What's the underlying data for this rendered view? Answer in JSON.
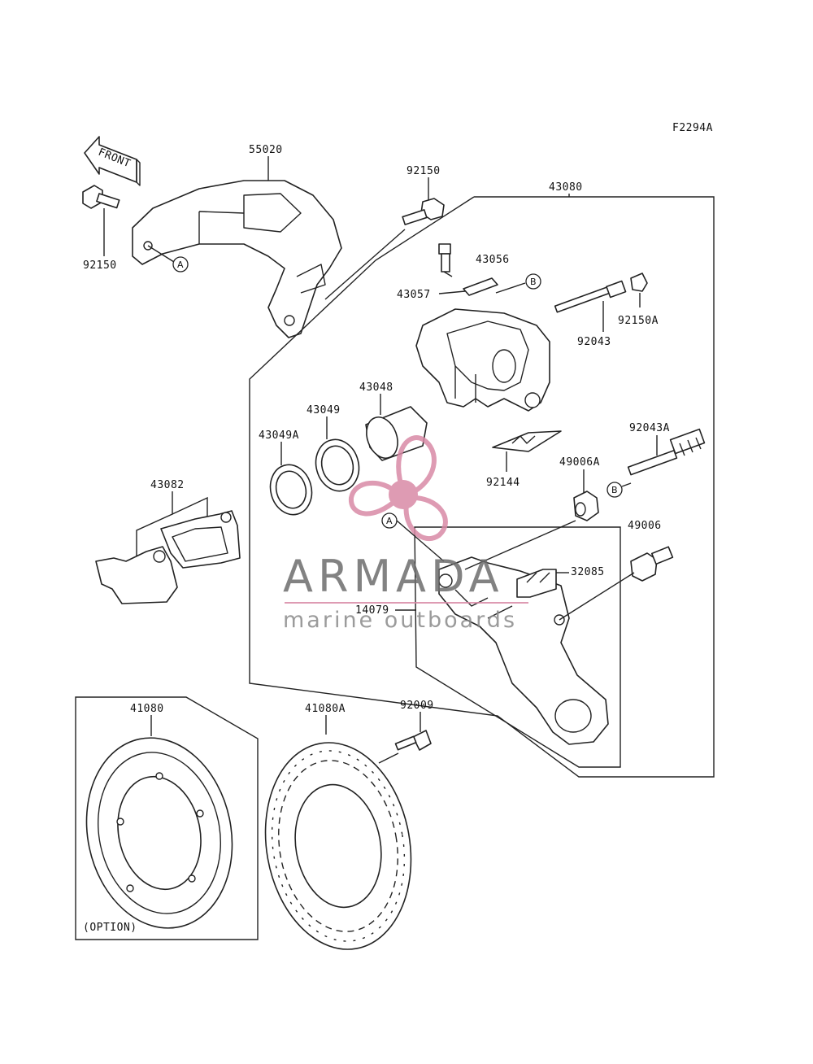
{
  "figure_code": "F2294A",
  "front_label": "FRONT",
  "option_label": "(OPTION)",
  "callouts": {
    "a": "A",
    "b": "B"
  },
  "watermark": {
    "brand": "ARMADA",
    "tagline": "marine outboards",
    "color": "#d98aa6"
  },
  "parts": {
    "p55020": "55020",
    "p92150_left": "92150",
    "p92150_top": "92150",
    "p43080": "43080",
    "p43056": "43056",
    "p43057": "43057",
    "p92043": "92043",
    "p92150A": "92150A",
    "p43048": "43048",
    "p43049": "43049",
    "p43049A": "43049A",
    "p92043A": "92043A",
    "p92144": "92144",
    "p49006A": "49006A",
    "p49006": "49006",
    "p43082": "43082",
    "p32085": "32085",
    "p14079": "14079",
    "p41080": "41080",
    "p41080A": "41080A",
    "p92009": "92009"
  }
}
